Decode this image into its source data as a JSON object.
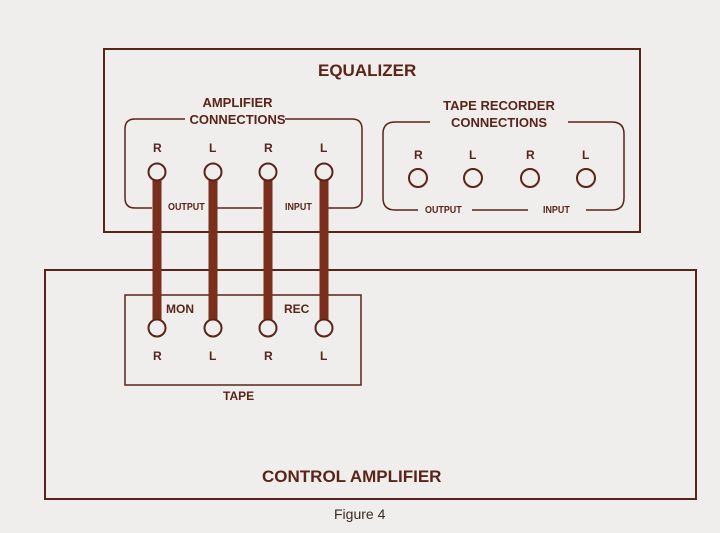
{
  "equalizer": {
    "title": "EQUALIZER",
    "amplifier_connections": {
      "label_line1": "AMPLIFIER",
      "label_line2": "CONNECTIONS",
      "jacks": [
        "R",
        "L",
        "R",
        "L"
      ],
      "output_label": "OUTPUT",
      "input_label": "INPUT"
    },
    "tape_recorder_connections": {
      "label_line1": "TAPE RECORDER",
      "label_line2": "CONNECTIONS",
      "jacks": [
        "R",
        "L",
        "R",
        "L"
      ],
      "output_label": "OUTPUT",
      "input_label": "INPUT"
    }
  },
  "control_amplifier": {
    "title": "CONTROL AMPLIFIER",
    "tape": {
      "label": "TAPE",
      "mon_label": "MON",
      "rec_label": "REC",
      "jacks": [
        "R",
        "L",
        "R",
        "L"
      ]
    }
  },
  "caption": "Figure 4",
  "colors": {
    "line": "#5a2418",
    "cable": "#7a2e1c",
    "background": "#efeeec"
  }
}
